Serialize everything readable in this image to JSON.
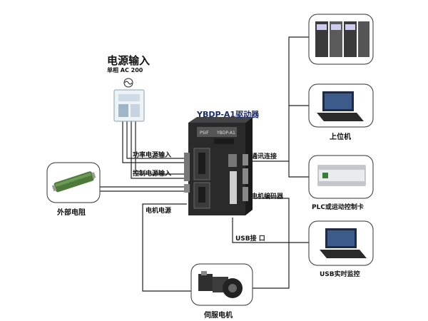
{
  "diagram": {
    "power_input": {
      "title": "电源输入",
      "spec": "单相 AC 200"
    },
    "driver": {
      "title": "YBDP-A1驱动器",
      "brand": "PSIF",
      "model": "YBDP-A1"
    },
    "ports": {
      "main_power": "功率电源输入",
      "control_power": "控制电源输入",
      "motor_power": "电机电源",
      "comm": "通讯连接",
      "encoder": "电机编码器",
      "usb": "USB接 口"
    },
    "devices": {
      "host": "上位机",
      "plc": "PLC或运动控制卡",
      "usb_monitor": "USB实时监控",
      "resistor": "外部电阻",
      "servo_motor": "伺服电机"
    },
    "colors": {
      "driver_body": "#2a2a2a",
      "driver_title": "#1a2a6c",
      "wire": "#222222",
      "box_border": "#333333",
      "resistor": "#4d7a3a",
      "plc_body": "#e9ebee"
    }
  }
}
